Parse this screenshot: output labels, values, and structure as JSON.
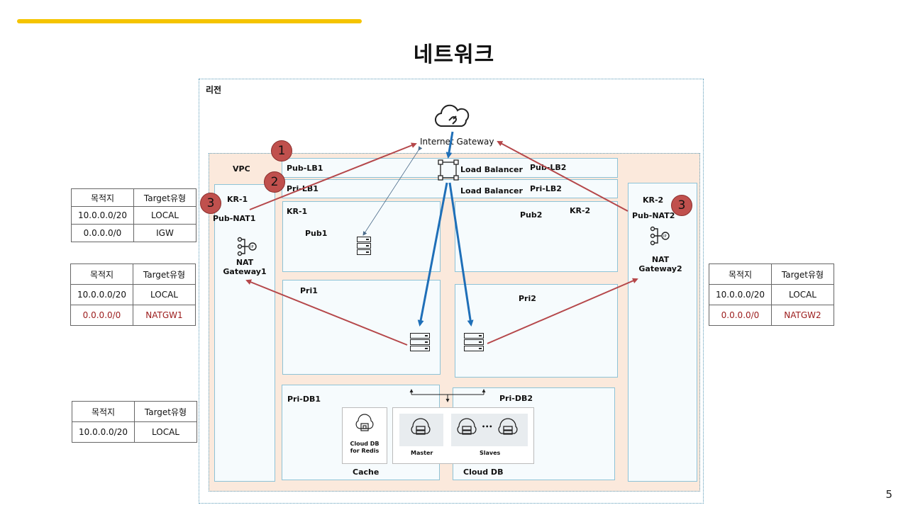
{
  "title": "네트워크",
  "page_number": "5",
  "region_label": "리전",
  "vpc_label": "VPC",
  "internet_gateway_label": "Internet Gateway",
  "load_balancer_label_1": "Load Balancer",
  "load_balancer_label_2": "Load Balancer",
  "subnets": {
    "pub_lb1": "Pub-LB1",
    "pri_lb1": "Pri-LB1",
    "pub_lb2": "Pub-LB2",
    "pri_lb2": "Pri-LB2",
    "kr1_left": "KR-1",
    "pub_nat1": "Pub-NAT1",
    "kr1_mid": "KR-1",
    "pub1": "Pub1",
    "pub2": "Pub2",
    "kr2_mid": "KR-2",
    "kr2_right": "KR-2",
    "pub_nat2": "Pub-NAT2",
    "pri1": "Pri1",
    "pri2": "Pri2",
    "pri_db1": "Pri-DB1",
    "pri_db2": "Pri-DB2",
    "cache": "Cache",
    "cloud_db": "Cloud DB"
  },
  "nat1_label": [
    "NAT",
    "Gateway1"
  ],
  "nat2_label": [
    "NAT",
    "Gateway2"
  ],
  "redis_label": [
    "Cloud DB",
    "for Redis"
  ],
  "master_label": "Master",
  "slaves_label": "Slaves",
  "ellipsis": "•••",
  "badges": [
    "1",
    "2",
    "3",
    "3"
  ],
  "tables": {
    "headers": [
      "목적지",
      "Target유형"
    ],
    "t1": [
      [
        "10.0.0.0/20",
        "LOCAL"
      ],
      [
        "0.0.0.0/0",
        "IGW"
      ]
    ],
    "t2": [
      [
        "10.0.0.0/20",
        "LOCAL"
      ],
      [
        "0.0.0.0/0",
        "NATGW1"
      ]
    ],
    "t3": [
      [
        "10.0.0.0/20",
        "LOCAL"
      ]
    ],
    "t4": [
      [
        "10.0.0.0/20",
        "LOCAL"
      ],
      [
        "0.0.0.0/0",
        "NATGW2"
      ]
    ]
  },
  "colors": {
    "accent_bar": "#f5c400",
    "red_arrow": "#b5474a",
    "blue_arrow": "#1f6fb8",
    "badge": "#c0504d",
    "vpc_fill": "#fbe9dc"
  }
}
